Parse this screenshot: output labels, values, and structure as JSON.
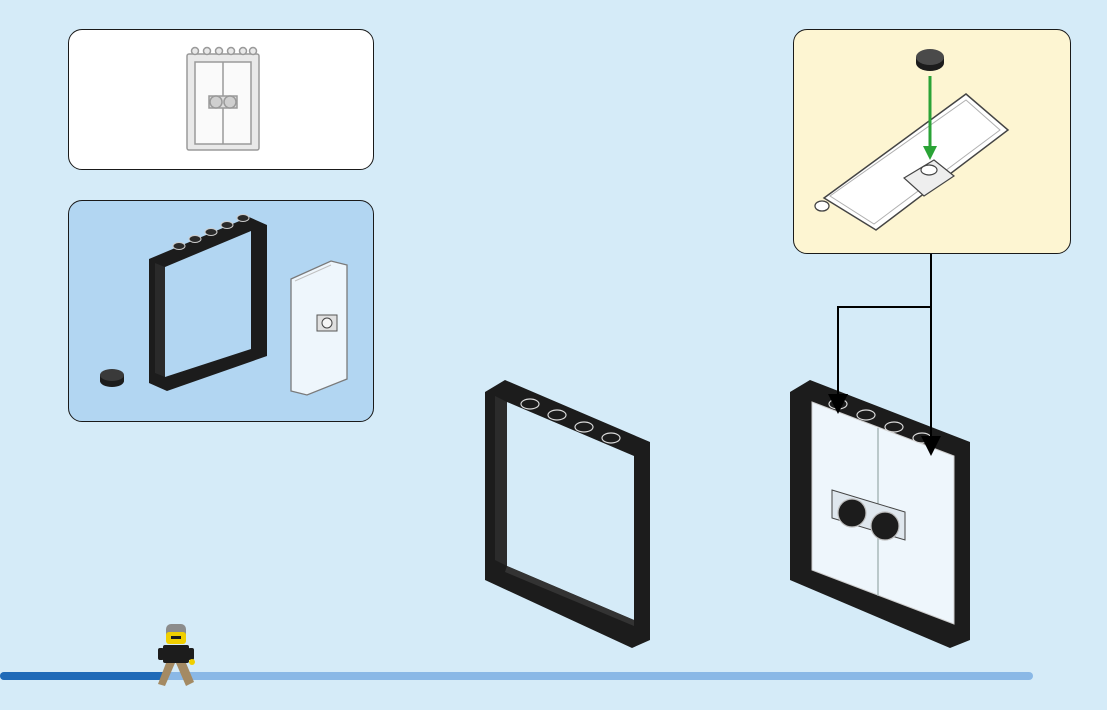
{
  "progress": {
    "fraction": 0.16
  },
  "colors": {
    "background": "#d5ebf8",
    "parts_panel": "#b2d6f2",
    "callout_panel": "#fdf5d2",
    "frame": "#1c1c1c",
    "glass": "#ffffff",
    "attach_arrow": "#2aa336",
    "progress_fill": "#1f6ab8",
    "progress_track": "#8ab8e6"
  },
  "icons": {
    "preview": "finished-window-preview",
    "parts": [
      "round-tile-1x1-black",
      "window-frame-1x6x5-black",
      "glass-door-pane-transparent"
    ],
    "callout": "tile-on-door-pane",
    "step": [
      "window-frame-empty",
      "window-frame-with-doors"
    ],
    "progress": "minifigure-walker"
  }
}
